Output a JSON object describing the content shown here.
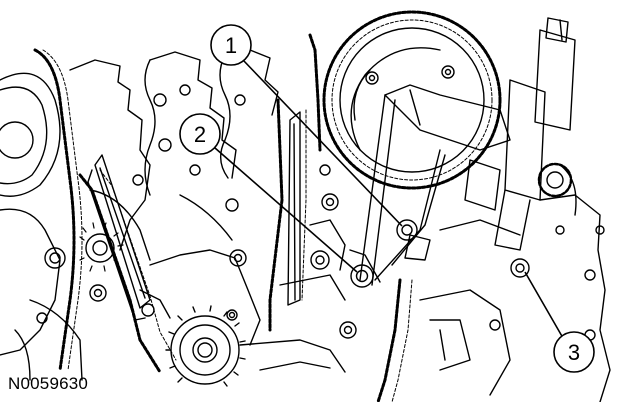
{
  "figure": {
    "id_code": "N0059630",
    "callouts": [
      {
        "number": "1"
      },
      {
        "number": "2"
      },
      {
        "number": "3"
      }
    ]
  },
  "colors": {
    "line": "#000000",
    "background": "#ffffff"
  }
}
